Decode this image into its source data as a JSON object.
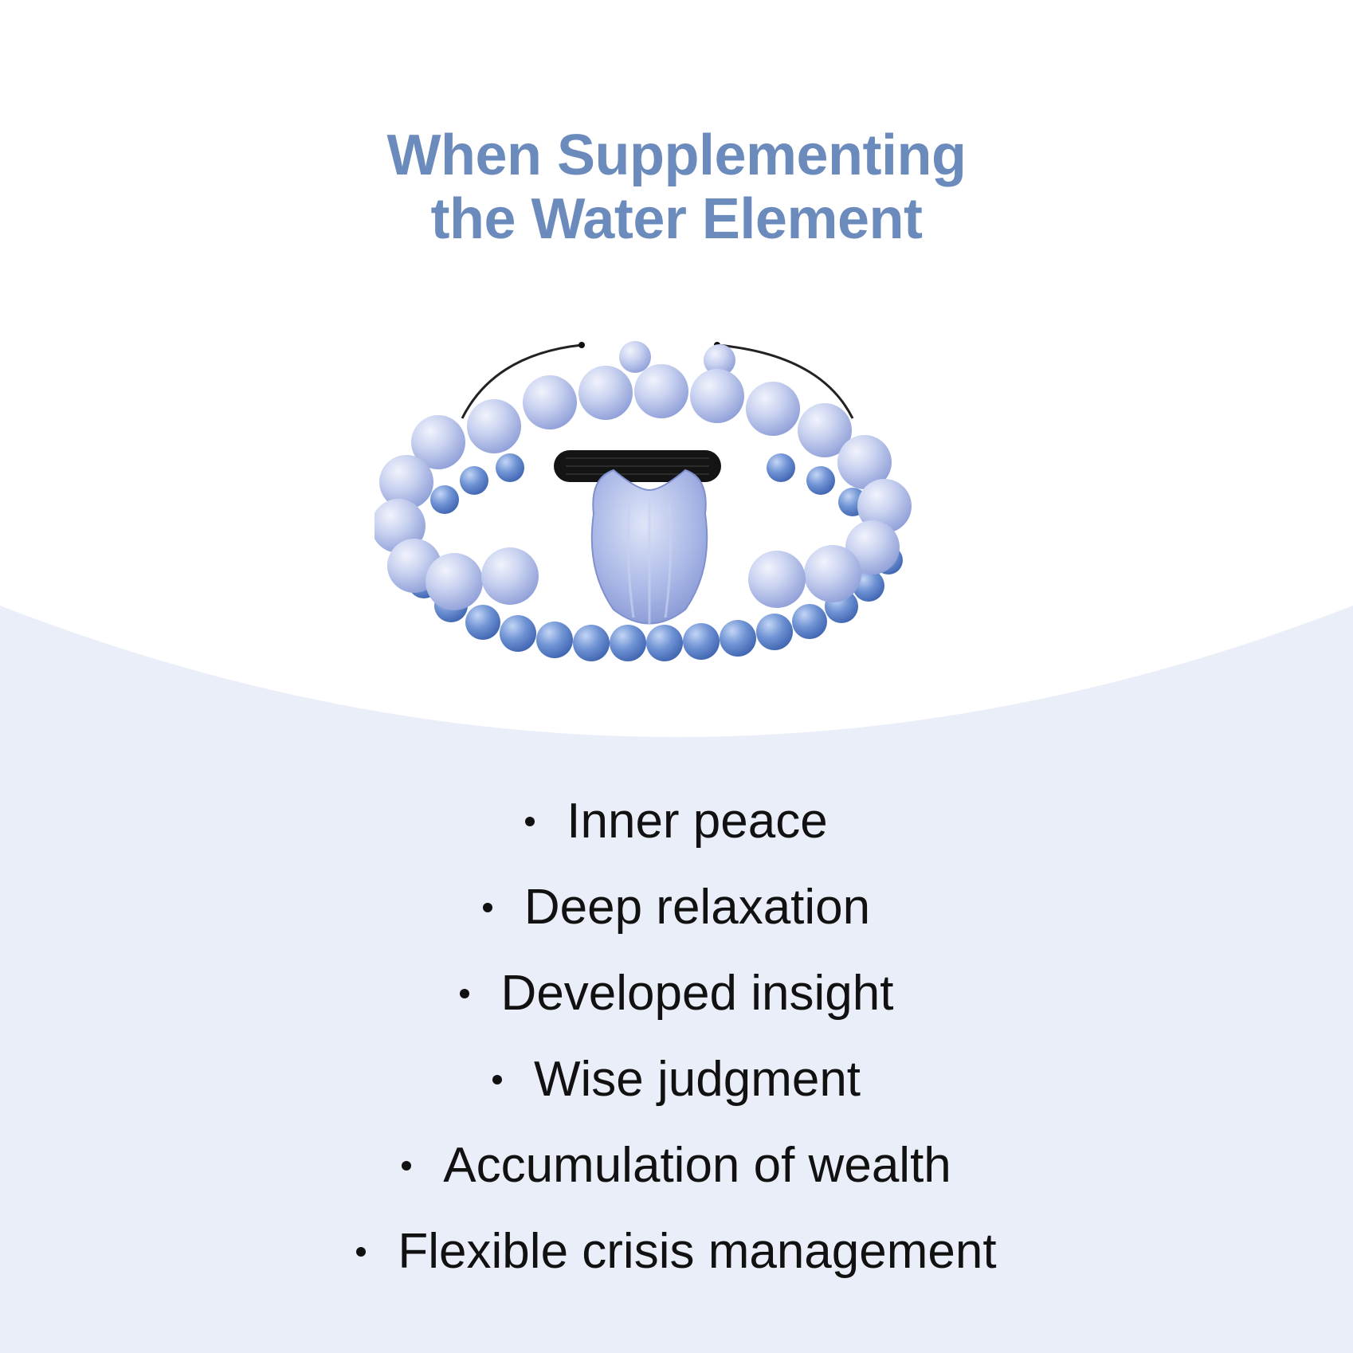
{
  "title": {
    "line1": "When Supplementing",
    "line2": "the Water Element"
  },
  "image": {
    "subject": "blue lace agate beaded bracelets with cat-head charm",
    "icon": "bracelet-image"
  },
  "benefits": [
    "Inner peace",
    "Deep relaxation",
    "Developed insight",
    "Wise judgment",
    "Accumulation of wealth",
    "Flexible crisis management"
  ],
  "colors": {
    "title": "#6c8bbd",
    "wave_background": "#eaeef8",
    "text": "#111111"
  }
}
